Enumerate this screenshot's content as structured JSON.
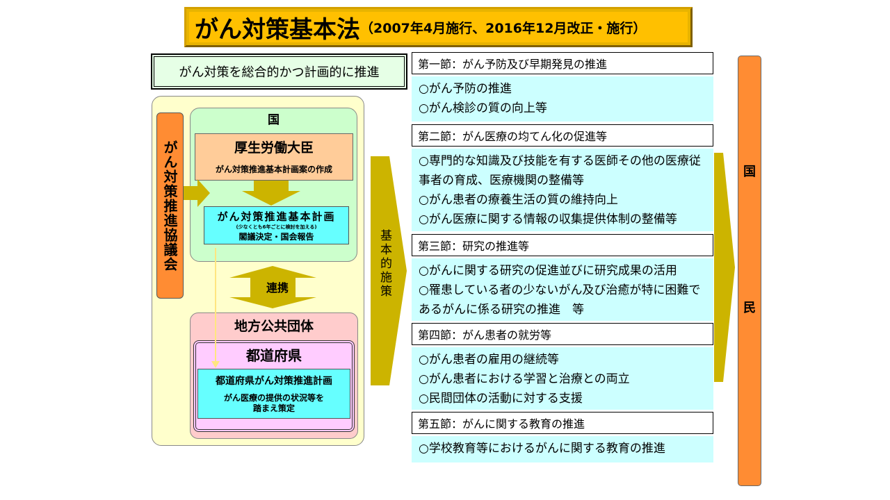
{
  "title": {
    "main": "がん対策基本法",
    "sub": "（2007年4月施行、2016年12月改正・施行）"
  },
  "promote": "がん対策を総合的かつ計画的に推進",
  "council": "がん対策推進協議会",
  "national": {
    "label": "国",
    "minister": "厚生労働大臣",
    "minister_task": "がん対策推進基本計画案の作成",
    "plan_title": "がん対策推進基本計画",
    "plan_note": "(少なくとも6年ごとに検討を加える)",
    "plan_decision": "閣議決定・国会報告"
  },
  "cooperation": "連携",
  "local": {
    "label": "地方公共団体",
    "pref": "都道府県",
    "plan_title": "都道府県がん対策推進計画",
    "plan_desc_1": "がん医療の提供の状況等を",
    "plan_desc_2": "踏まえ策定"
  },
  "basic_measures": "基本的施策",
  "sections": [
    {
      "header": "第一節：がん予防及び早期発見の推進",
      "items": [
        "○がん予防の推進",
        "○がん検診の質の向上等"
      ]
    },
    {
      "header": "第二節：がん医療の均てん化の促進等",
      "items": [
        "○専門的な知識及び技能を有する医師その他の医療従事者の育成、医療機関の整備等",
        "○がん患者の療養生活の質の維持向上",
        "○がん医療に関する情報の収集提供体制の整備等"
      ]
    },
    {
      "header": "第三節：研究の推進等",
      "items": [
        "○がんに関する研究の促進並びに研究成果の活用",
        "○罹患している者の少ないがん及び治癒が特に困難であるがんに係る研究の推進　等"
      ]
    },
    {
      "header": "第四節：がん患者の就労等",
      "items": [
        "○がん患者の雇用の継続等",
        "○がん患者における学習と治療との両立",
        "○民間団体の活動に対する支援"
      ]
    },
    {
      "header": "第五節：がんに関する教育の推進",
      "items": [
        "○学校教育等におけるがんに関する教育の推進"
      ]
    }
  ],
  "people": {
    "char1": "国",
    "char2": "民"
  }
}
